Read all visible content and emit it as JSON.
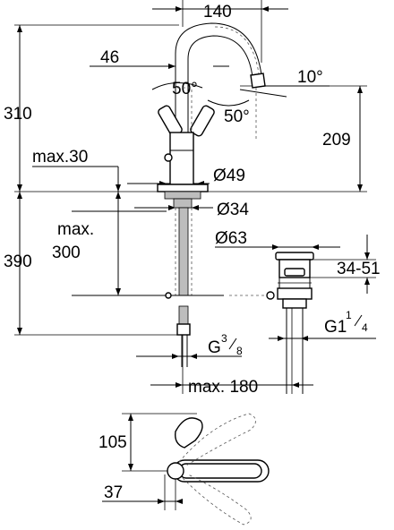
{
  "dimensions": {
    "width_140": "140",
    "spout_46": "46",
    "angle_50_a": "50°",
    "angle_10": "10°",
    "angle_50_b": "50°",
    "height_310": "310",
    "height_209": "209",
    "max_30": "max.30",
    "dia_49": "Ø49",
    "dia_34": "Ø34",
    "max_300_line1": "max.",
    "max_300_line2": "300",
    "height_390": "390",
    "dia_63": "Ø63",
    "range_34_51": "34-51",
    "thread_g1_base": "G1",
    "thread_g1_num": "1",
    "thread_g1_den": "4",
    "thread_g38_base": "G",
    "thread_g38_num": "3",
    "thread_g38_den": "8",
    "max_180": "max. 180",
    "top_105": "105",
    "top_37": "37"
  }
}
